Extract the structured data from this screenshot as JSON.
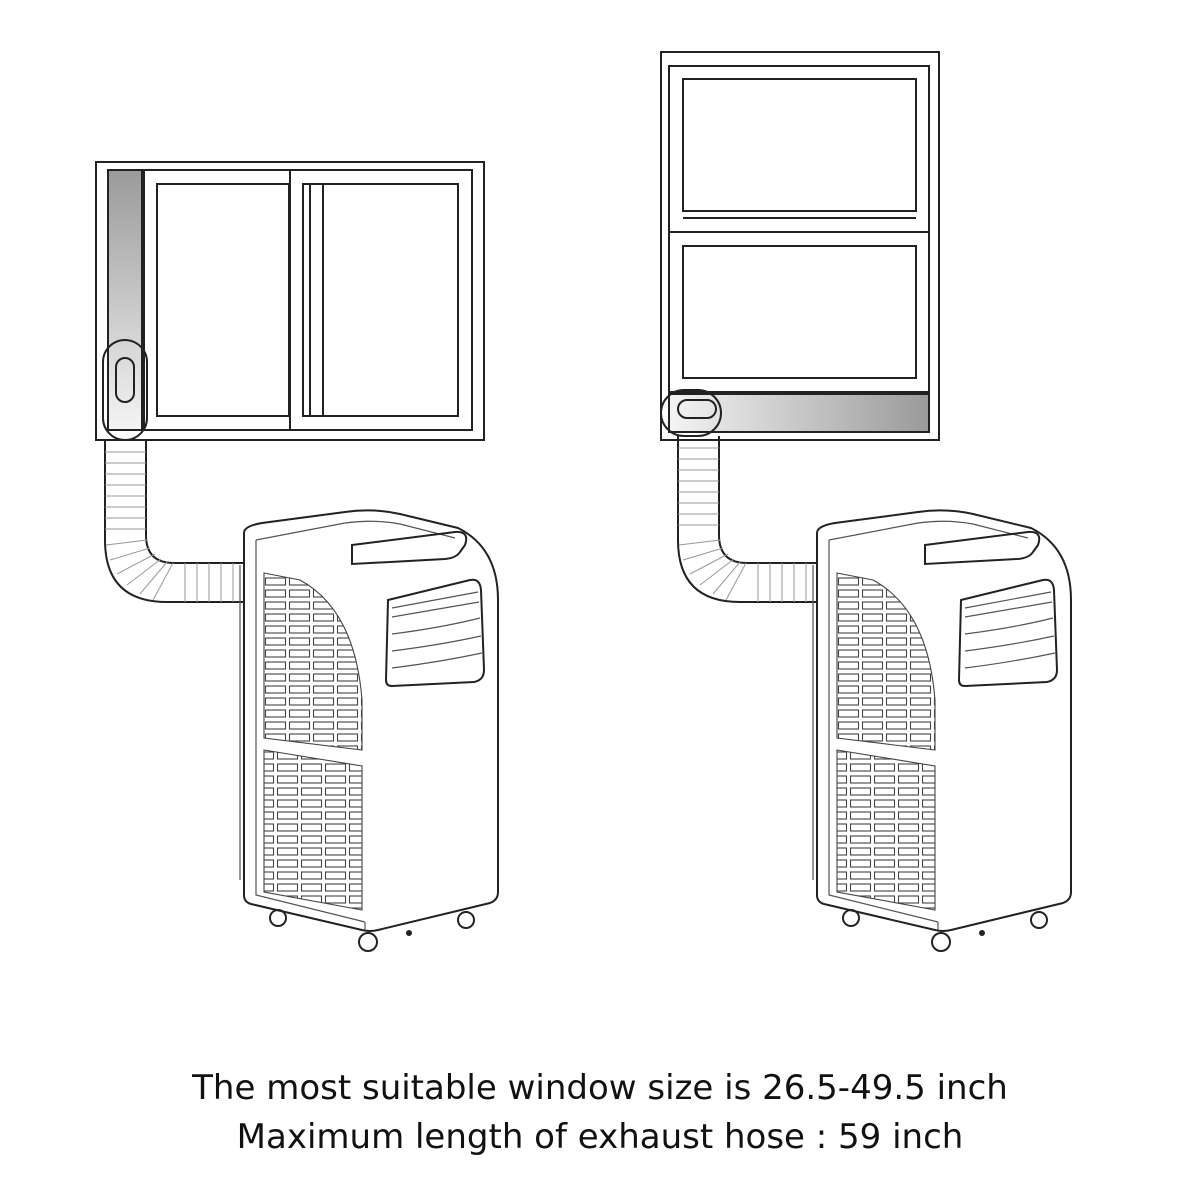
{
  "captions": {
    "line1": "The most suitable window size is 26.5-49.5 inch",
    "line2": "Maximum length of exhaust hose : 59 inch"
  },
  "colors": {
    "line": "#222222",
    "panel_gradient_dark": "#9a9a9a",
    "panel_gradient_light": "#f4f4f4",
    "background": "#ffffff"
  },
  "illustrations": [
    {
      "name": "sliding-window-installation",
      "window_type": "horizontal sliding window",
      "panel_orientation": "vertical"
    },
    {
      "name": "hung-window-installation",
      "window_type": "vertical hung window",
      "panel_orientation": "horizontal"
    }
  ]
}
